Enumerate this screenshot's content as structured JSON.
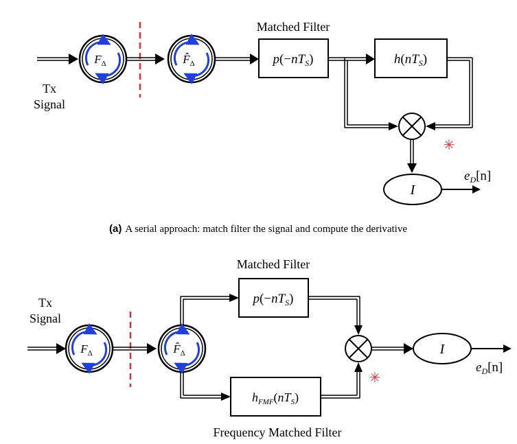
{
  "colors": {
    "line": "#000000",
    "rotator_arrows": "#1f3fe0",
    "cut_line": "#e03030",
    "conjugate_marker": "#e03030"
  },
  "panel_a": {
    "input_label_line1": "Tx",
    "input_label_line2": "Signal",
    "rotator1_main": "F",
    "rotator1_sub": "Δ",
    "rotator2_main": "F̂",
    "rotator2_sub": "Δ",
    "matched_filter_title": "Matched Filter",
    "mf_p": "p",
    "mf_args": "(−",
    "mf_n": "nT",
    "mf_s": "S",
    "mf_close": ")",
    "mf_h": "h",
    "mf_h_args": "(",
    "multiplier_icon": "circle-times-icon",
    "conjugate_marker": "✳",
    "integrator_label": "I",
    "output_e": "e",
    "output_sub": "D",
    "output_idx": "[n]",
    "caption_prefix": "(a)",
    "caption_text": "A serial approach: match filter the signal and compute the derivative"
  },
  "panel_b": {
    "input_label_line1": "Tx",
    "input_label_line2": "Signal",
    "rotator1_main": "F",
    "rotator1_sub": "Δ",
    "rotator2_main": "F̂",
    "rotator2_sub": "Δ",
    "matched_filter_title": "Matched Filter",
    "mf_p": "p",
    "mf_args": "(−",
    "mf_n": "nT",
    "mf_s": "S",
    "mf_close": ")",
    "fmf_h": "h",
    "fmf_sub": "FMF",
    "fmf_args": "(",
    "fmf_n": "nT",
    "fmf_s": "S",
    "fmf_close": ")",
    "fmf_title": "Frequency Matched Filter",
    "multiplier_icon": "circle-times-icon",
    "conjugate_marker": "✳",
    "integrator_label": "I",
    "output_e": "e",
    "output_sub": "D",
    "output_idx": "[n]"
  }
}
